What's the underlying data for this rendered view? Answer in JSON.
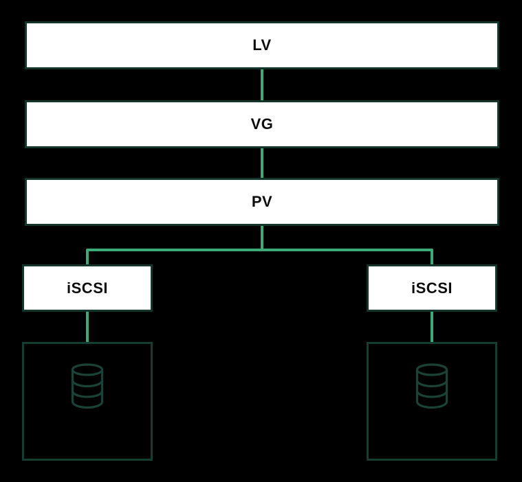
{
  "diagram": {
    "description": "LVM over iSCSI storage stack diagram",
    "nodes": {
      "lv": "LV",
      "vg": "VG",
      "pv": "PV",
      "iscsi_left": "iSCSI",
      "iscsi_right": "iSCSI"
    },
    "storage_nodes": {
      "left_icon": "database-cylinder-icon",
      "right_icon": "database-cylinder-icon"
    },
    "edges": [
      "LV -> VG",
      "VG -> PV",
      "PV -> iSCSI (left)",
      "PV -> iSCSI (right)",
      "iSCSI (left) -> storage (left)",
      "iSCSI (right) -> storage (right)"
    ],
    "colors": {
      "background": "#000000",
      "node_fill": "#ffffff",
      "node_border": "#12362c",
      "storage_border": "#143e31",
      "connector": "#3cab78",
      "icon_stroke": "#1b4236",
      "label_text": "#0d0d0d"
    }
  }
}
